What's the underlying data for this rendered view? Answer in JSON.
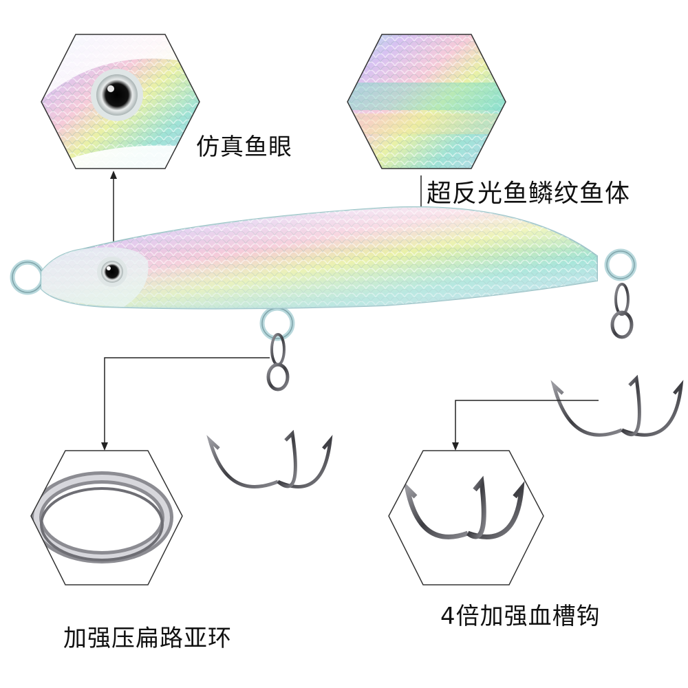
{
  "callouts": {
    "eye": "仿真鱼眼",
    "body": "超反光鱼鳞纹鱼体",
    "ring": "加强压扁路亚环",
    "hook": "4倍加强血槽钩"
  },
  "colors": {
    "background": "#ffffff",
    "outline": "#333333",
    "text": "#111111",
    "leader": "#222222",
    "hook_metal": "#6b6b70",
    "body_iridescent": [
      "#9fe8e0",
      "#c9b8f0",
      "#f2c4d8",
      "#e8f0a0",
      "#b7e6f5"
    ]
  },
  "icons": [
    "hexagon-eye-closeup",
    "hexagon-scale-closeup",
    "hexagon-split-ring",
    "hexagon-treble-hook",
    "fishing-lure",
    "treble-hook",
    "split-ring"
  ]
}
